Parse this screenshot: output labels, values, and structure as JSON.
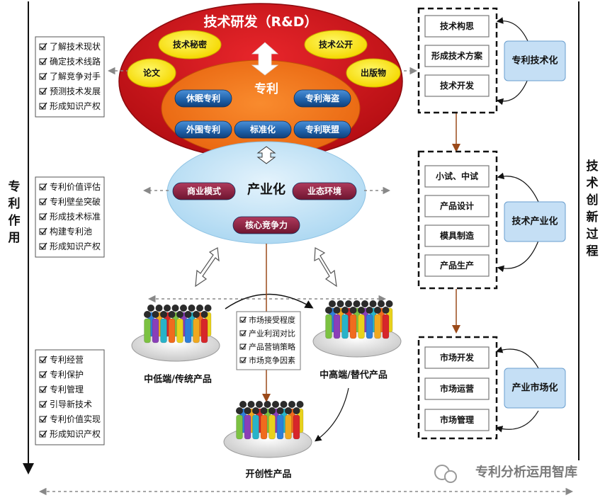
{
  "side_labels": {
    "left": "专利作用",
    "right": "技术创新过程"
  },
  "rd": {
    "title": "技术研发（R&D）",
    "outer_items": [
      "技术秘密",
      "技术公开",
      "论文",
      "出版物"
    ]
  },
  "patent": {
    "title": "专利",
    "items": [
      "休眠专利",
      "专利海盗",
      "外围专利",
      "标准化",
      "专利联盟"
    ]
  },
  "industrialization": {
    "title": "产业化",
    "items": [
      "商业模式",
      "业态环境",
      "核心竞争力"
    ]
  },
  "left_lists": [
    [
      "了解技术现状",
      "确定技术线路",
      "了解竞争对手",
      "预测技术发展",
      "形成知识产权"
    ],
    [
      "专利价值评估",
      "专利壁垒突破",
      "形成技术标准",
      "构建专利池",
      "形成知识产权"
    ],
    [
      "专利经营",
      "专利保护",
      "专利管理",
      "引导新技术",
      "专利价值实现",
      "形成知识产权"
    ]
  ],
  "market_box": [
    "市场接受程度",
    "产业利润对比",
    "产品营销策略",
    "市场竞争因素"
  ],
  "products": {
    "low": "中低端/传统产品",
    "high": "中高端/替代产品",
    "new": "开创性产品"
  },
  "process_groups": [
    {
      "label": "专利技术化",
      "steps": [
        "技术构思",
        "形成技术方案",
        "技术开发"
      ]
    },
    {
      "label": "技术产业化",
      "steps": [
        "小试、中试",
        "产品设计",
        "模具制造",
        "产品生产"
      ]
    },
    {
      "label": "产业市场化",
      "steps": [
        "市场开发",
        "市场运营",
        "市场管理"
      ]
    }
  ],
  "watermark": "专利分析运用智库",
  "colors": {
    "rd_red": "#d4161c",
    "patent_orange": "#f2781e",
    "yellow": "#ffea00",
    "blue_btn": "#1d5fa8",
    "industry_blue": "#bfe0f4",
    "maroon_btn": "#8a1f3c",
    "process_blue": "#c5dff5"
  }
}
